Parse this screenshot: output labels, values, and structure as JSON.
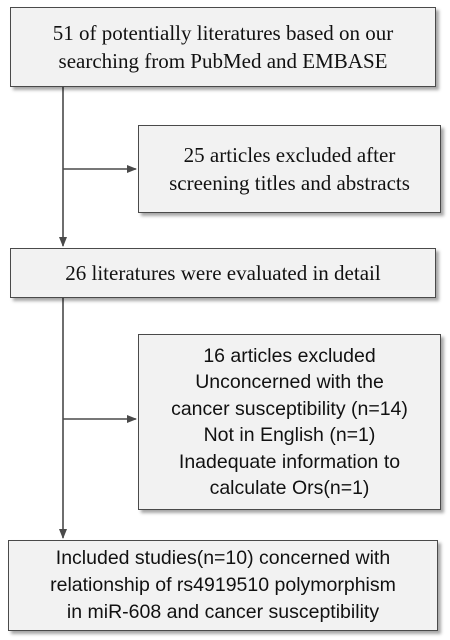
{
  "boxes": {
    "search": {
      "lines": [
        "51 of potentially literatures based on our",
        "searching from PubMed and EMBASE"
      ]
    },
    "excluded_screening": {
      "lines": [
        "25 articles excluded after",
        "screening titles and abstracts"
      ]
    },
    "evaluated": {
      "lines": [
        "26 literatures were  evaluated in detail"
      ]
    },
    "excluded_detail": {
      "lines": [
        "16 articles excluded",
        "Unconcerned with the",
        "cancer susceptibility (n=14)",
        "Not in English (n=1)",
        "Inadequate information to",
        "calculate Ors(n=1)"
      ]
    },
    "included": {
      "lines": [
        "Included studies(n=10) concerned with",
        "relationship of  rs4919510 polymorphism",
        "in miR-608 and  cancer susceptibility"
      ]
    }
  },
  "colors": {
    "box_fill": "#f2f2f2",
    "box_border": "#4a4a4a",
    "arrow": "#4a4a4a"
  }
}
